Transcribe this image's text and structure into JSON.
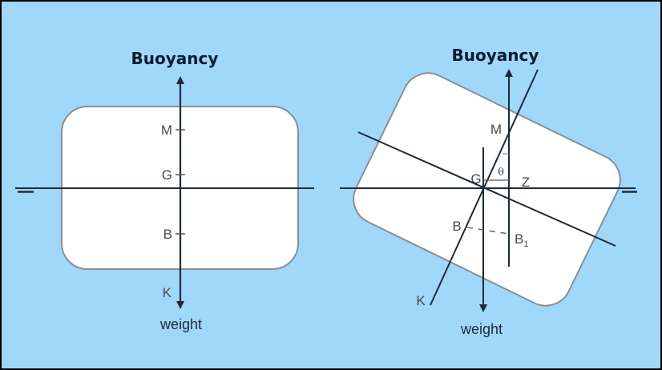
{
  "colors": {
    "background": "#9fd8fb",
    "hull_fill": "#ffffff",
    "hull_stroke": "#8a8f94",
    "line": "#1e2a36",
    "label": "#4a4a4a",
    "border": "#000000"
  },
  "upright": {
    "title": "Buoyancy",
    "weight_label": "weight",
    "points": {
      "M": "M",
      "G": "G",
      "B": "B",
      "K": "K"
    }
  },
  "heeled": {
    "title": "Buoyancy",
    "weight_label": "weight",
    "angle_label": "θ",
    "points": {
      "M": "M",
      "G": "G",
      "Z": "Z",
      "B": "B",
      "B1": "B",
      "B1_sub": "1",
      "K": "K"
    }
  }
}
